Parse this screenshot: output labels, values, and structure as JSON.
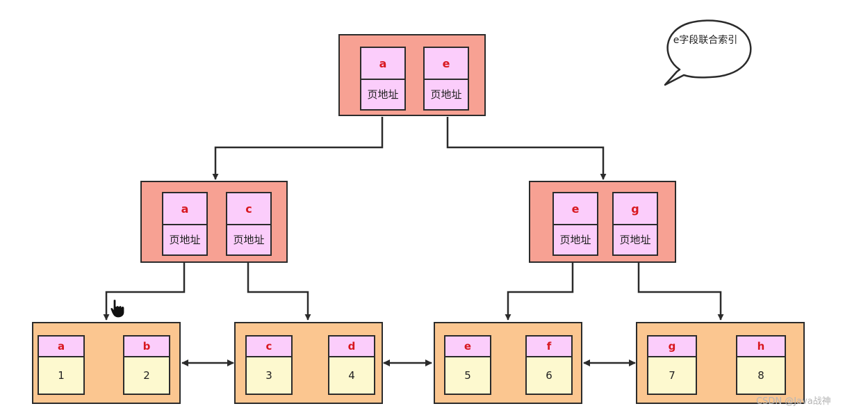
{
  "root": {
    "entries": [
      {
        "key": "a",
        "pointer": "页地址"
      },
      {
        "key": "e",
        "pointer": "页地址"
      }
    ]
  },
  "inner_left": {
    "entries": [
      {
        "key": "a",
        "pointer": "页地址"
      },
      {
        "key": "c",
        "pointer": "页地址"
      }
    ]
  },
  "inner_right": {
    "entries": [
      {
        "key": "e",
        "pointer": "页地址"
      },
      {
        "key": "g",
        "pointer": "页地址"
      }
    ]
  },
  "leaves": [
    {
      "entries": [
        {
          "key": "a",
          "value": "1"
        },
        {
          "key": "b",
          "value": "2"
        }
      ]
    },
    {
      "entries": [
        {
          "key": "c",
          "value": "3"
        },
        {
          "key": "d",
          "value": "4"
        }
      ]
    },
    {
      "entries": [
        {
          "key": "e",
          "value": "5"
        },
        {
          "key": "f",
          "value": "6"
        }
      ]
    },
    {
      "entries": [
        {
          "key": "g",
          "value": "7"
        },
        {
          "key": "h",
          "value": "8"
        }
      ]
    }
  ],
  "callout": {
    "text": "e字段联合索引"
  },
  "watermark": "CSDN @Java战神",
  "colors": {
    "inner_node_fill": "#f7a193",
    "leaf_node_fill": "#fbc690",
    "key_fill": "#fbcdfb",
    "value_fill": "#fdf9cf",
    "key_text": "#d8171f",
    "stroke": "#2b2b2b"
  }
}
